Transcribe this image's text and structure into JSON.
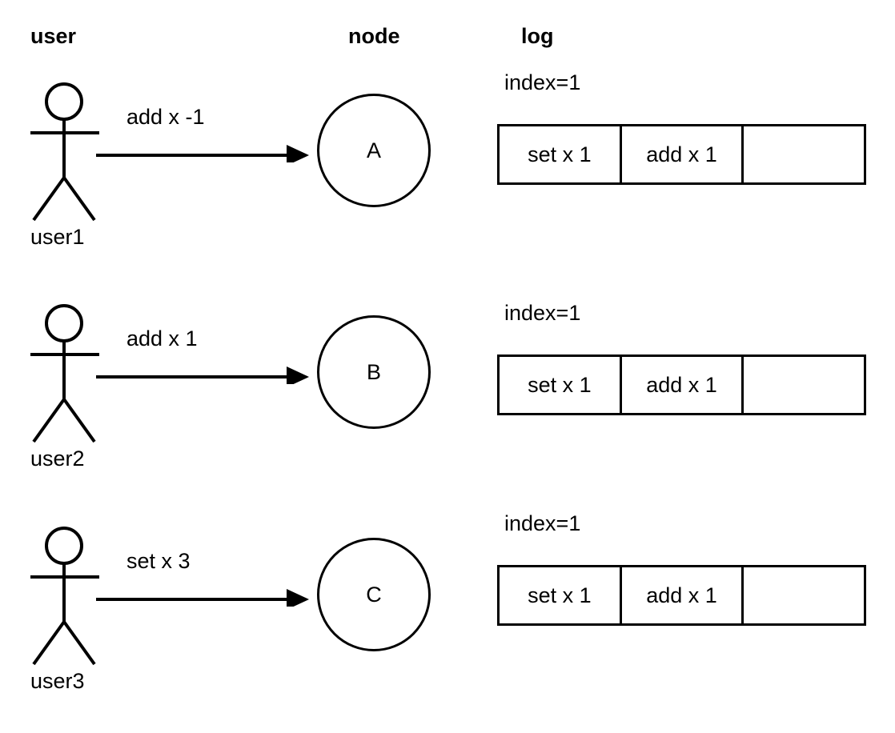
{
  "columns": {
    "user": "user",
    "node": "node",
    "log": "log"
  },
  "rows": [
    {
      "actor_name": "user1",
      "message": "add x -1",
      "node_label": "A",
      "log": {
        "index_label": "index=1",
        "entries": [
          "set x 1",
          "add x 1",
          ""
        ]
      }
    },
    {
      "actor_name": "user2",
      "message": "add x 1",
      "node_label": "B",
      "log": {
        "index_label": "index=1",
        "entries": [
          "set x 1",
          "add x 1",
          ""
        ]
      }
    },
    {
      "actor_name": "user3",
      "message": "set x 3",
      "node_label": "C",
      "log": {
        "index_label": "index=1",
        "entries": [
          "set x 1",
          "add x 1",
          ""
        ]
      }
    }
  ],
  "colors": {
    "stroke": "#000000",
    "background": "#ffffff"
  }
}
